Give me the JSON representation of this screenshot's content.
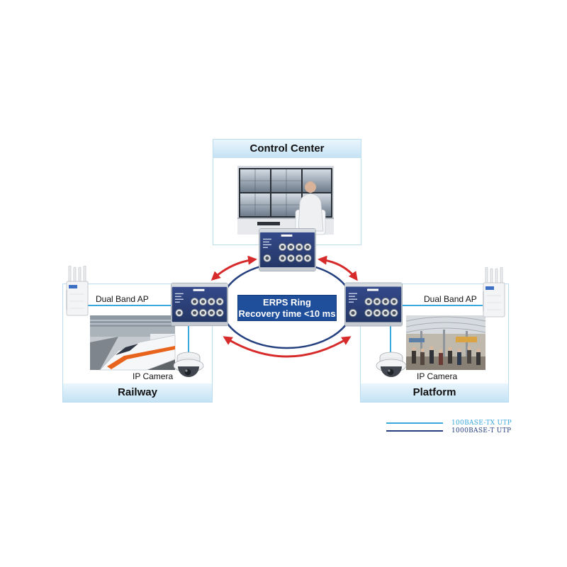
{
  "diagram": {
    "control_center": {
      "title": "Control Center"
    },
    "ring": {
      "title": "ERPS Ring",
      "subtitle": "Recovery time <10 ms"
    },
    "railway": {
      "title": "Railway",
      "ap_label": "Dual Band AP",
      "camera_label": "IP Camera"
    },
    "platform": {
      "title": "Platform",
      "ap_label": "Dual Band AP",
      "camera_label": "IP Camera"
    }
  },
  "legend": [
    {
      "label": "100BASE-TX UTP",
      "color": "#3aa8dd"
    },
    {
      "label": "1000BASE-T UTP",
      "color": "#24407f"
    }
  ],
  "colors": {
    "ring_box": "#1f4e9b",
    "redundancy_arrows": "#d72a2a",
    "zone_border": "#bcdcf0",
    "zone_header": "#c4e2f4"
  },
  "icons": {
    "switch": "industrial-switch-icon",
    "access_point": "access-point-icon",
    "camera": "dome-camera-icon",
    "arrow": "double-arrow-icon"
  }
}
